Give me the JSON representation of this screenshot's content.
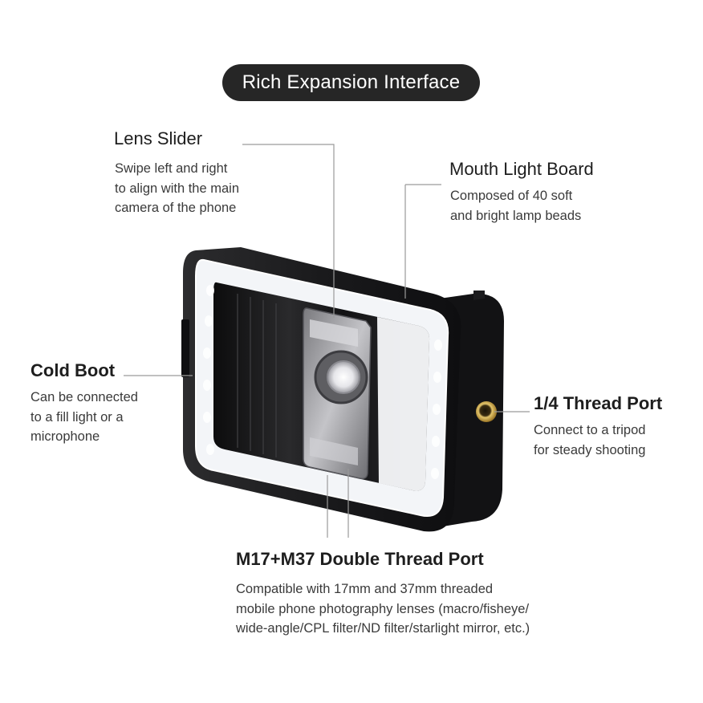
{
  "banner": {
    "title": "Rich Expansion Interface"
  },
  "callouts": {
    "lens_slider": {
      "title": "Lens Slider",
      "desc": [
        "Swipe left and right",
        "to align with the main",
        "camera of the phone"
      ]
    },
    "mouth_light_board": {
      "title": "Mouth Light Board",
      "desc": [
        "Composed of 40 soft",
        "and bright lamp beads"
      ]
    },
    "cold_boot": {
      "title": "Cold Boot",
      "desc": [
        "Can be connected",
        "to a fill light or a",
        "microphone"
      ]
    },
    "thread_port": {
      "title": "1/4 Thread Port",
      "desc": [
        "Connect to a tripod",
        "for steady shooting"
      ]
    },
    "double_thread_port": {
      "title": "M17+M37 Double Thread Port",
      "desc": [
        "Compatible with 17mm and 37mm threaded",
        "mobile phone photography lenses (macro/fisheye/",
        "wide-angle/CPL filter/ND filter/starlight mirror, etc.)"
      ]
    }
  },
  "colors": {
    "pill_bg": "#262626",
    "device_body": "#1c1c1e",
    "led_glow": "#f5f7fa",
    "brass": "#c9a24a",
    "leader_line": "#9a9a9a"
  }
}
